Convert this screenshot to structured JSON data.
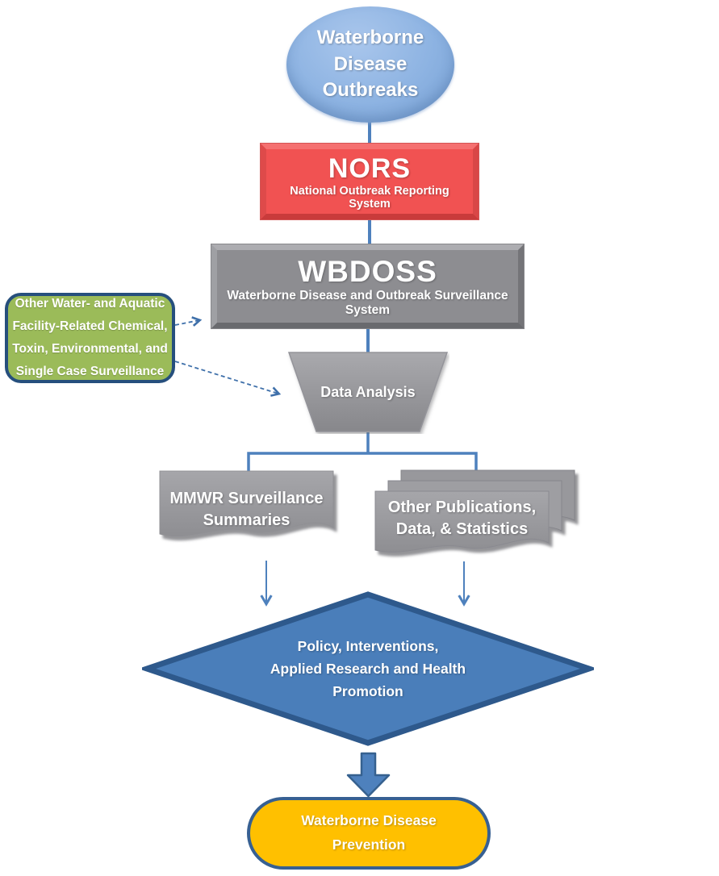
{
  "flowchart": {
    "outbreaks": {
      "label": "Waterborne\nDisease\nOutbreaks"
    },
    "nors": {
      "acronym": "NORS",
      "full_name": "National Outbreak Reporting System"
    },
    "wbdoss": {
      "acronym": "WBDOSS",
      "full_name": "Waterborne Disease and Outbreak Surveillance System"
    },
    "other_surveillance": {
      "label": "Other Water- and Aquatic\nFacility-Related Chemical,\nToxin, Environmental, and\nSingle Case Surveillance"
    },
    "data_analysis": {
      "label": "Data Analysis"
    },
    "mmwr": {
      "label": "MMWR Surveillance\nSummaries"
    },
    "other_publications": {
      "label": "Other Publications,\nData, & Statistics"
    },
    "policy": {
      "label": "Policy, Interventions,\nApplied Research and Health\nPromotion"
    },
    "prevention": {
      "label": "Waterborne Disease\nPrevention"
    },
    "colors": {
      "ellipse_fill": "#8DB3E2",
      "nors_fill": "#F15252",
      "gray_fill": "#8D8D91",
      "green_fill": "#9BBB59",
      "green_border": "#264F7D",
      "diamond_fill": "#4A7EBA",
      "diamond_border": "#2E598C",
      "prevention_fill": "#FFC000",
      "prevention_border": "#376092",
      "connector": "#4E81BD"
    }
  }
}
